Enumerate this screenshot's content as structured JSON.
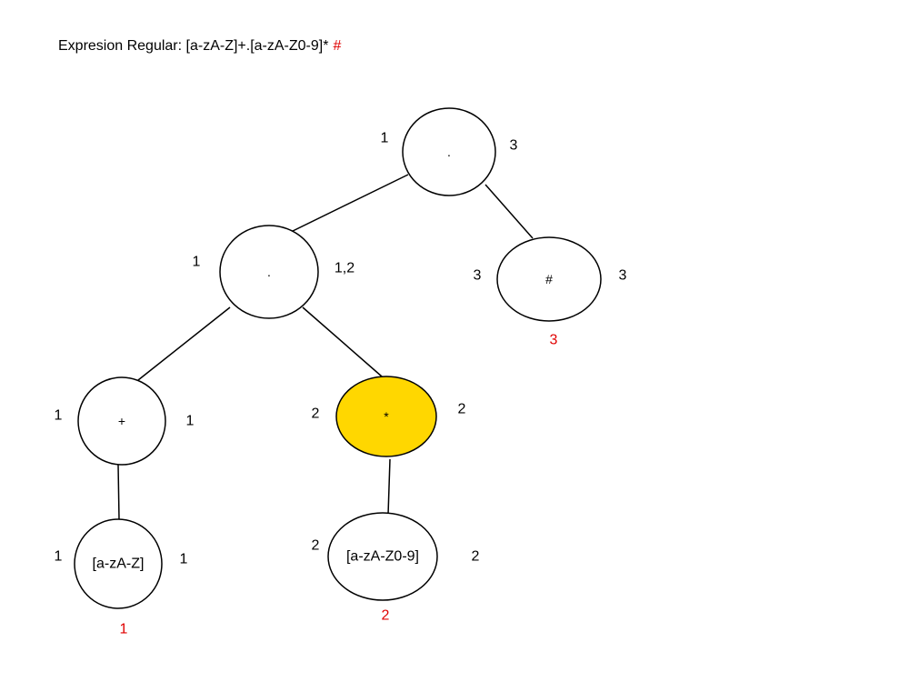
{
  "title": {
    "text": "Expresion Regular: [a-zA-Z]+.[a-zA-Z0-9]*",
    "end_marker": "#",
    "end_marker_color": "#e00000"
  },
  "colors": {
    "node_fill": "#ffffff",
    "highlight_fill": "#ffd700",
    "stroke": "#000000",
    "position_label": "#e00000"
  },
  "nodes": [
    {
      "id": "root",
      "label": ".",
      "firstpos": "1",
      "lastpos": "3",
      "position": "",
      "highlighted": false
    },
    {
      "id": "cat",
      "label": ".",
      "firstpos": "1",
      "lastpos": "1,2",
      "position": "",
      "highlighted": false
    },
    {
      "id": "end",
      "label": "#",
      "firstpos": "3",
      "lastpos": "3",
      "position": "3",
      "highlighted": false
    },
    {
      "id": "plus",
      "label": "+",
      "firstpos": "1",
      "lastpos": "1",
      "position": "",
      "highlighted": false
    },
    {
      "id": "star",
      "label": "*",
      "firstpos": "2",
      "lastpos": "2",
      "position": "",
      "highlighted": true
    },
    {
      "id": "letters",
      "label": "[a-zA-Z]",
      "firstpos": "1",
      "lastpos": "1",
      "position": "1",
      "highlighted": false
    },
    {
      "id": "alnum",
      "label": "[a-zA-Z0-9]",
      "firstpos": "2",
      "lastpos": "2",
      "position": "2",
      "highlighted": false
    }
  ],
  "edges": [
    {
      "from": "root",
      "to": "cat"
    },
    {
      "from": "root",
      "to": "end"
    },
    {
      "from": "cat",
      "to": "plus"
    },
    {
      "from": "cat",
      "to": "star"
    },
    {
      "from": "plus",
      "to": "letters"
    },
    {
      "from": "star",
      "to": "alnum"
    }
  ]
}
